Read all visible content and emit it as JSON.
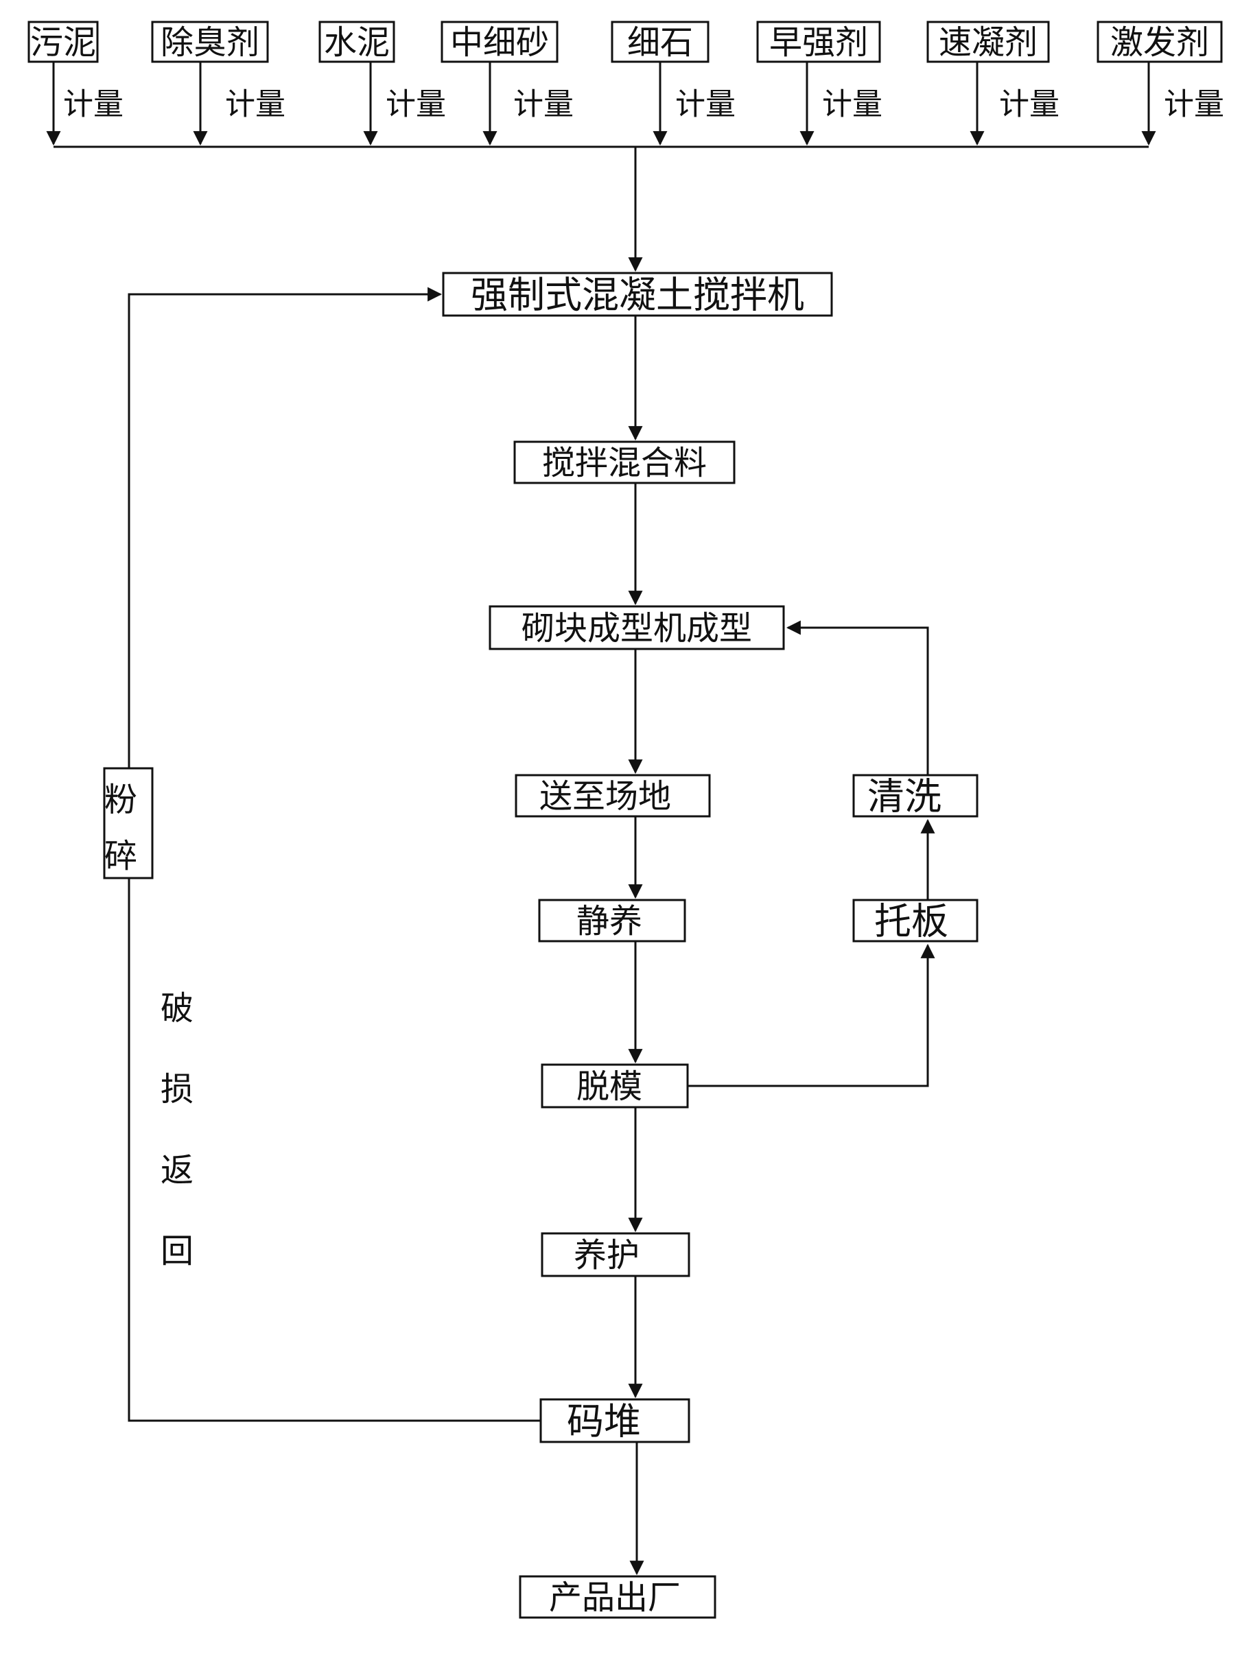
{
  "inputs": [
    "污泥",
    "除臭剂",
    "水泥",
    "中细砂",
    "细石",
    "早强剂",
    "速凝剂",
    "激发剂"
  ],
  "metering_label": "计量",
  "steps": {
    "mixer": "强制式混凝土搅拌机",
    "mix": "搅拌混合料",
    "forming": "砌块成型机成型",
    "transport": "送至场地",
    "rest_cure": "静养",
    "demold": "脱模",
    "cure": "养护",
    "stack": "码堆",
    "ship": "产品出厂"
  },
  "pallet_loop": {
    "pallet": "托板",
    "clean": "清洗"
  },
  "crush_box": [
    "粉",
    "碎"
  ],
  "return_label": [
    "破",
    "损",
    "返",
    "回"
  ]
}
